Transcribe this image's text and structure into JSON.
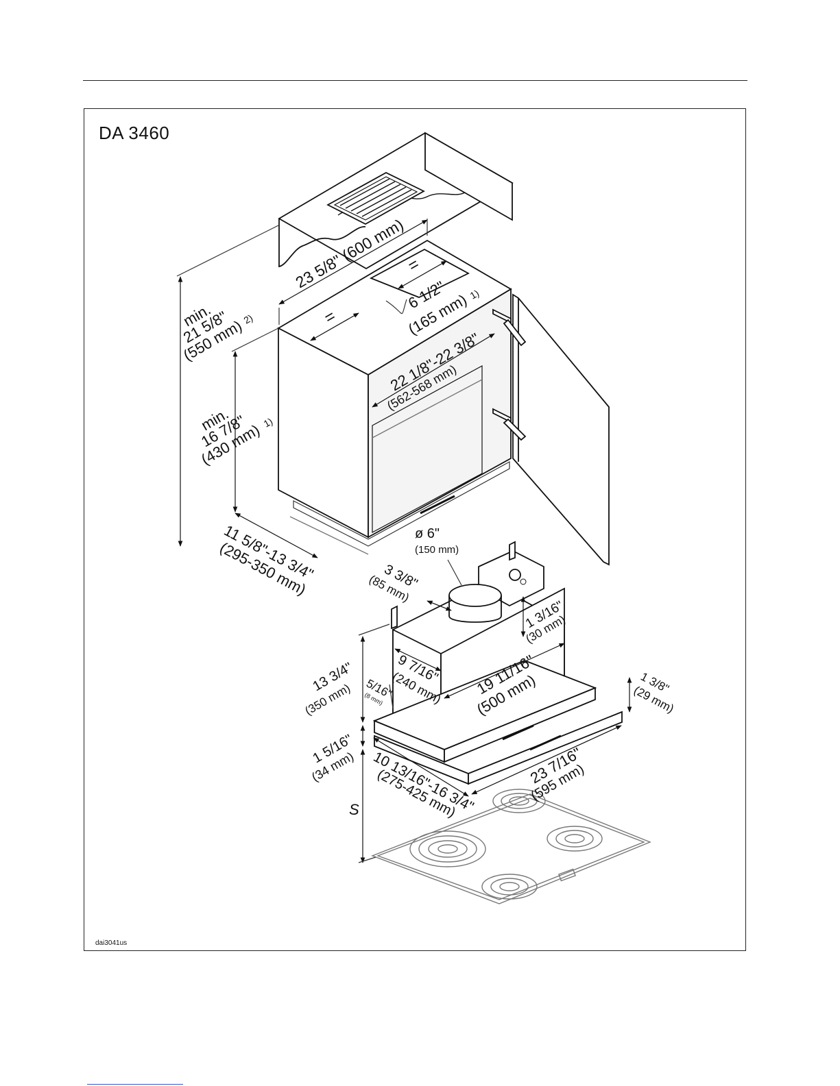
{
  "header": {
    "rule": true
  },
  "diagram": {
    "title": "DA 3460",
    "code": "dai3041us",
    "labels": {
      "width_top": "23 5/8\" (600 mm)",
      "equal": "=",
      "duct_dia_1": "6 1/2\"",
      "duct_dia_2": "(165 mm)",
      "duct_dia_sup": "1)",
      "min_height_1": "min.",
      "min_height_2": "21 5/8\"",
      "min_height_3": "(550 mm)",
      "min_height_sup": "2)",
      "inner_width_1": "22 1/8\"-22 3/8\"",
      "inner_width_2": "(562-568 mm)",
      "cab_height_1": "min.",
      "cab_height_2": "16 7/8\"",
      "cab_height_3": "(430 mm)",
      "cab_height_sup": "1)",
      "depth_1": "11 5/8\"-13 3/4\"",
      "depth_2": "(295-350 mm)",
      "outlet_1": "ø 6\"",
      "outlet_2": "(150 mm)",
      "offset_1": "3 3/8\"",
      "offset_2": "(85 mm)",
      "collar_1": "1 3/16\"",
      "collar_2": "(30 mm)",
      "body_height_1": "13 3/4\"",
      "body_height_2": "(350 mm)",
      "gap_1": "5/16\"",
      "gap_2": "(8 mm)",
      "body_depth_1": "9 7/16\"",
      "body_depth_2": "(240 mm)",
      "body_width_1": "19 11/16\"",
      "body_width_2": "(500 mm)",
      "panel_thick_1": "1 3/8\"",
      "panel_thick_2": "(29 mm)",
      "visor_1": "1 5/16\"",
      "visor_2": "(34 mm)",
      "extension_1": "10 13/16\"-16 3/4\"",
      "extension_2": "(275-425 mm)",
      "hood_width_1": "23 7/16\"",
      "hood_width_2": "(595 mm)",
      "distance": "S"
    }
  }
}
